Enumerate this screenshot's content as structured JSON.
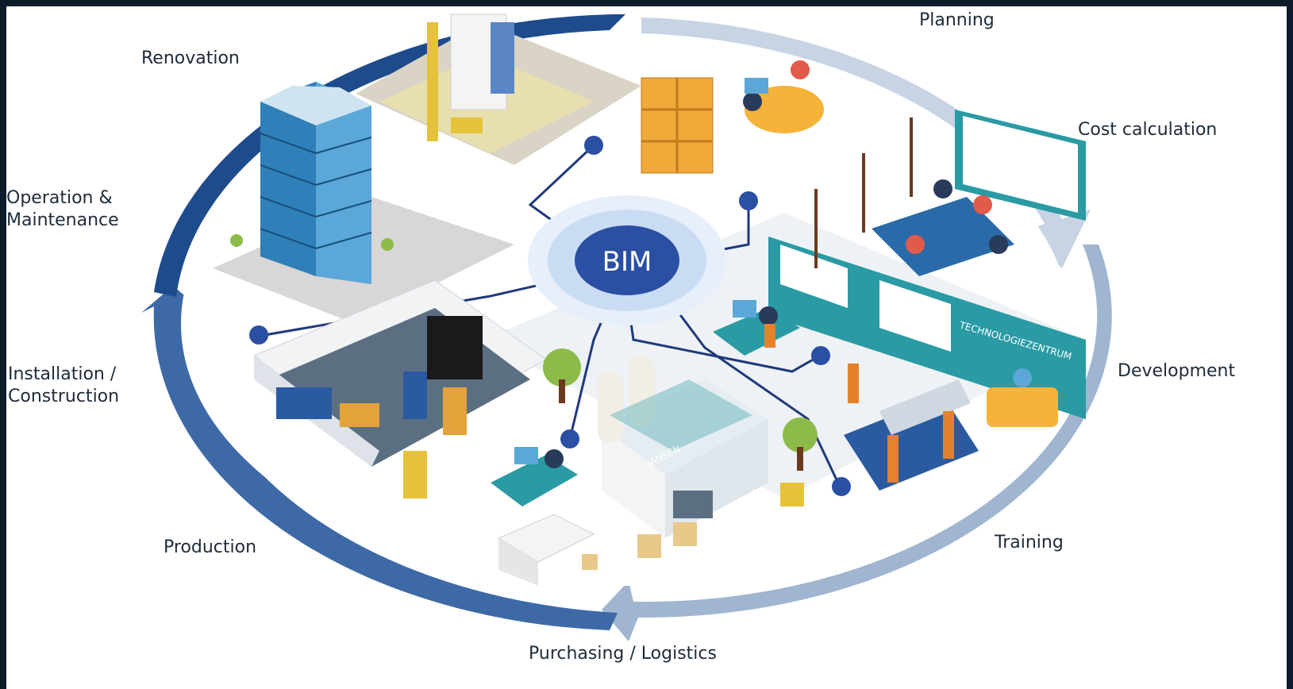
{
  "center": {
    "label": "BIM"
  },
  "stages": {
    "planning": "Planning",
    "cost_calculation": "Cost calculation",
    "development": "Development",
    "training": "Training",
    "purchasing_logistics": "Purchasing / Logistics",
    "production": "Production",
    "installation_construction": "Installation /\nConstruction",
    "operation_maintenance": "Operation &\nMaintenance",
    "renovation": "Renovation"
  },
  "signage": {
    "technologiezentrum": "TECHNOLOGIEZENTRUM",
    "jansen": "JANSEN"
  },
  "colors": {
    "frame_background": "#0d1b2a",
    "ring_dark": "#1e4b8c",
    "ring_mid": "#3d6aa6",
    "ring_light": "#9fb5d0",
    "ring_pale": "#c6d4e4",
    "bim_node": "#2a4fa3",
    "connector": "#1f3a7a",
    "teal": "#2a9aa4"
  }
}
